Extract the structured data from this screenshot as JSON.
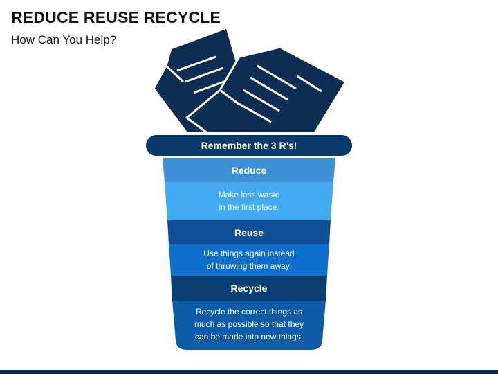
{
  "title": "REDUCE REUSE RECYCLE",
  "subtitle": "How Can You Help?",
  "rim_label": "Remember the 3 R’s!",
  "sections": [
    {
      "title": "Reduce",
      "desc_lines": [
        "Make less waste",
        "in the first place."
      ],
      "header_color": "#3d8fd6",
      "body_color": "#42aaf0"
    },
    {
      "title": "Reuse",
      "desc_lines": [
        "Use things again instead",
        "of throwing them away."
      ],
      "header_color": "#0e4f96",
      "body_color": "#0d6fcb"
    },
    {
      "title": "Recycle",
      "desc_lines": [
        "Recycle the correct things as",
        "much as possible so that they",
        "can be made into new things."
      ],
      "header_color": "#0b3f74",
      "body_color": "#0c5ca8"
    }
  ],
  "colors": {
    "paper": "#0d2d52",
    "rim": "#0a3a6b",
    "bottom_bar": "#0a2a4d"
  },
  "icons": [
    "crumpled-paper-icon"
  ]
}
